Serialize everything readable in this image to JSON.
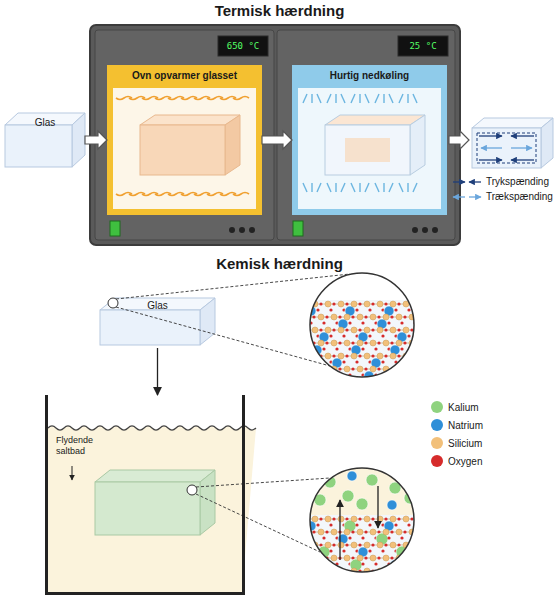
{
  "diagram": {
    "title": "Termisk hærdning",
    "nodes": [
      {
        "text": [
          "Glas"
        ]
      },
      {
        "text": [
          "Ovn opvarmer glasset"
        ]
      },
      {
        "text": [
          "Hurtig nedkøling"
        ]
      },
      {
        "text": [
          "Glas"
        ]
      },
      {
        "text": [
          "Flydende saltbad"
        ]
      }
    ],
    "edges": [
      {
        "from": 0,
        "to": 1,
        "arrow": "to"
      },
      {
        "from": 1,
        "to": 2,
        "arrow": "to"
      },
      {
        "from": 3,
        "to": 4,
        "arrow": "to"
      }
    ],
    "labels": [
      "650 °C",
      "25 °C",
      "Kemisk hærdning"
    ],
    "legend": [
      {
        "text": "Trykspænding"
      },
      {
        "text": "Trækspænding"
      },
      {
        "text": "Kalium",
        "color": "#8fd37f"
      },
      {
        "text": "Natrium",
        "color": "#2f8fd8"
      },
      {
        "text": "Silicium",
        "color": "#f2c07a"
      },
      {
        "text": "Oxygen",
        "color": "#d62b2b"
      }
    ]
  }
}
